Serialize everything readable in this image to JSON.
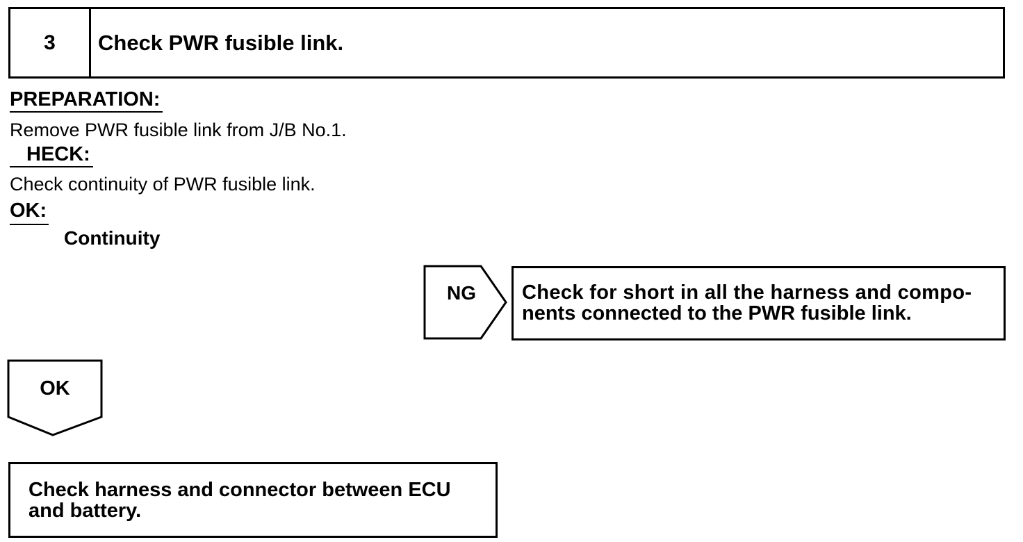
{
  "step": {
    "number": "3",
    "title": "Check PWR fusible link."
  },
  "preparation": {
    "heading": "PREPARATION:",
    "text": "Remove PWR fusible link from J/B No.1."
  },
  "check": {
    "heading": "HECK:",
    "text": "Check continuity of PWR fusible link."
  },
  "ok": {
    "heading": "OK:",
    "value": "Continuity"
  },
  "ng_branch": {
    "label": "NG",
    "action_lines": [
      "Check for short in all the harness and compo-",
      "nents connected to the PWR fusible link."
    ]
  },
  "ok_branch": {
    "label": "OK",
    "action_lines": [
      "Check harness and connector between ECU",
      "and battery."
    ]
  }
}
